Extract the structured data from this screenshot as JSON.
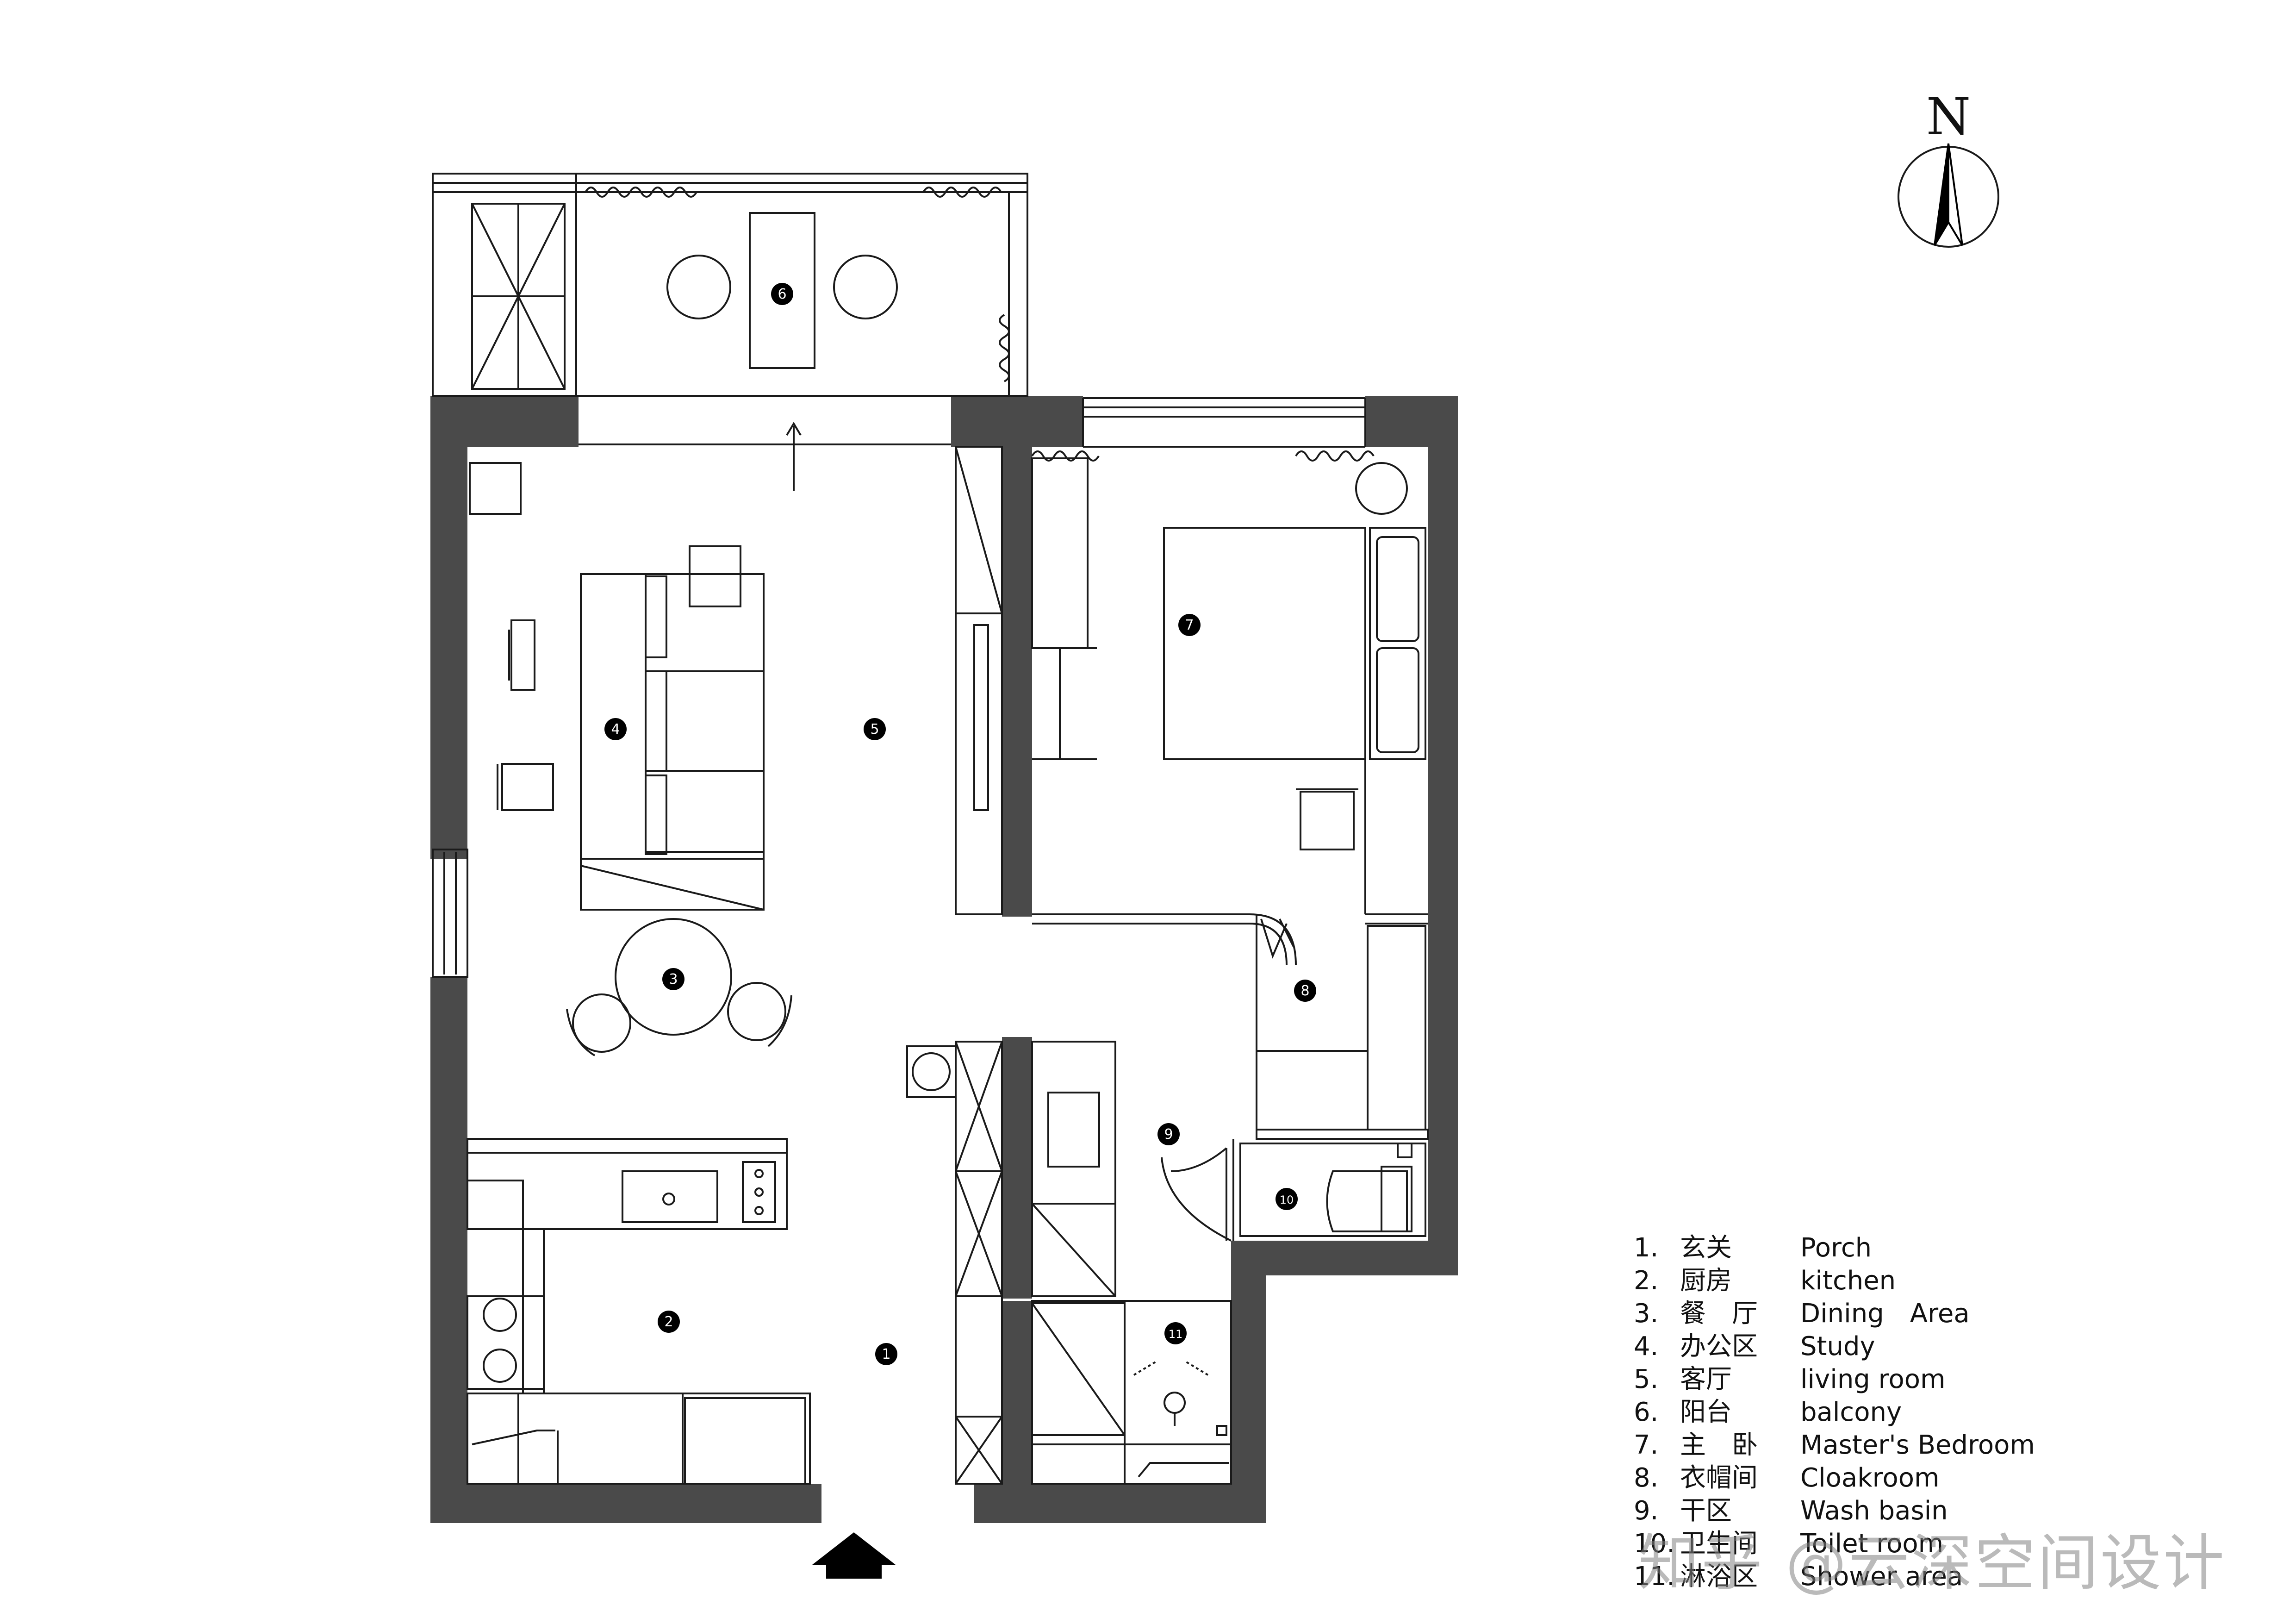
{
  "compass": {
    "north_label": "N"
  },
  "room_markers": [
    "1",
    "2",
    "3",
    "4",
    "5",
    "6",
    "7",
    "8",
    "9",
    "10",
    "11"
  ],
  "legend": [
    {
      "num": "1.",
      "cn": "玄关",
      "en": "Porch"
    },
    {
      "num": "2.",
      "cn": "厨房",
      "en": "kitchen"
    },
    {
      "num": "3.",
      "cn": "餐　厅",
      "en": "Dining　Area"
    },
    {
      "num": "4.",
      "cn": "办公区",
      "en": "Study"
    },
    {
      "num": "5.",
      "cn": "客厅",
      "en": "living room"
    },
    {
      "num": "6.",
      "cn": "阳台",
      "en": "balcony"
    },
    {
      "num": "7.",
      "cn": "主　卧",
      "en": "Master's  Bedroom"
    },
    {
      "num": "8.",
      "cn": "衣帽间",
      "en": "Cloakroom"
    },
    {
      "num": "9.",
      "cn": "干区",
      "en": "Wash basin"
    },
    {
      "num": "10.",
      "cn": "卫生间",
      "en": "Toilet room"
    },
    {
      "num": "11.",
      "cn": "淋浴区",
      "en": "Shower area"
    }
  ],
  "watermark": "知乎 @云深空间设计",
  "colors": {
    "wall": "#4a4a4a",
    "line": "#1a1a1a",
    "marker": "#000000"
  }
}
